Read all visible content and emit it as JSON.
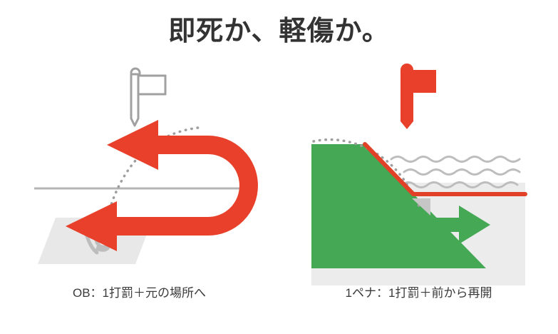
{
  "title": "即死か、軽傷か。",
  "panels": [
    {
      "id": "ob-panel",
      "caption": "OB：1打罰＋元の場所へ",
      "flag": {
        "icon": "flag-icon",
        "style": "outline",
        "color": "#a0a0a0"
      },
      "boundary_line": {
        "name": "ob-line",
        "color": "#b5b5b5",
        "orientation": "horizontal"
      },
      "tee_box": {
        "name": "tee-box",
        "color": "#e8e8e8"
      },
      "ball": {
        "name": "golf-ball-icon",
        "color": "#ffffff",
        "ring": "#bdbdbd"
      },
      "club": {
        "name": "golf-club-icon",
        "color": "#bdbdbd"
      },
      "trajectory": {
        "name": "ball-trajectory",
        "style": "dotted",
        "color": "#9e9e9e"
      },
      "return_arrow": {
        "name": "return-arrow",
        "color": "#e8402a",
        "shape": "u-turn-double-arrow"
      }
    },
    {
      "id": "penalty-panel",
      "caption": "1ペナ：1打罰＋前から再開",
      "flag": {
        "icon": "flag-icon",
        "style": "solid",
        "color": "#e8402a"
      },
      "slope": {
        "name": "green-slope",
        "color": "#45a855"
      },
      "penalty_line": {
        "name": "penalty-area-line",
        "color": "#e04127"
      },
      "water": {
        "name": "water-area",
        "color": "#ececec",
        "waves": "#bdbdbd",
        "wave_rows": 3
      },
      "trajectory": {
        "name": "ball-trajectory",
        "style": "dotted",
        "color": "#9e9e9e"
      },
      "entry_marker": {
        "name": "entry-point-marker",
        "color": "#c6c6c6",
        "shape": "triangle-left"
      },
      "drop_arrow": {
        "name": "drop-arrow",
        "color": "#45a855",
        "direction": "right"
      }
    }
  ],
  "colors": {
    "red": "#e8402a",
    "green": "#45a855",
    "gray": "#b5b5b5",
    "light_gray": "#e8e8e8",
    "text": "#333333"
  }
}
